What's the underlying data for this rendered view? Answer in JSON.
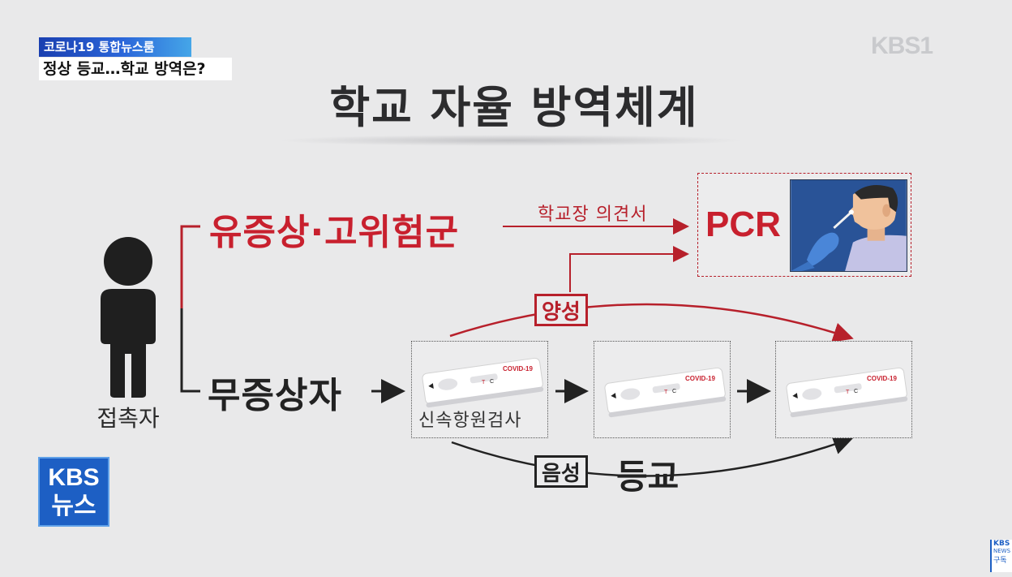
{
  "banner": {
    "program": "코로나19 통합뉴스룸",
    "headline": "정상 등교…학교 방역은?"
  },
  "channel_logo": "KBS1",
  "title": "학교 자율 방역체계",
  "person": {
    "label": "접촉자"
  },
  "branches": {
    "symptomatic": "유증상·고위험군",
    "asymptomatic": "무증상자"
  },
  "arrow_labels": {
    "principal_opinion": "학교장 의견서"
  },
  "pcr": {
    "label": "PCR"
  },
  "test_kit": {
    "label": "신속항원검사",
    "brand_text": "COVID-19",
    "marks": [
      "T",
      "C"
    ]
  },
  "results": {
    "positive": "양성",
    "negative": "음성",
    "attend_school": "등교"
  },
  "kbs_news_logo": {
    "line1": "KBS",
    "line2": "뉴스"
  },
  "corner_logo": {
    "line1": "KBS",
    "line2": "NEWS",
    "line3": "구독"
  },
  "colors": {
    "accent_red": "#c8202e",
    "dark_text": "#222222",
    "background": "#e9e9ea",
    "kbs_blue": "#1d5fc4"
  }
}
